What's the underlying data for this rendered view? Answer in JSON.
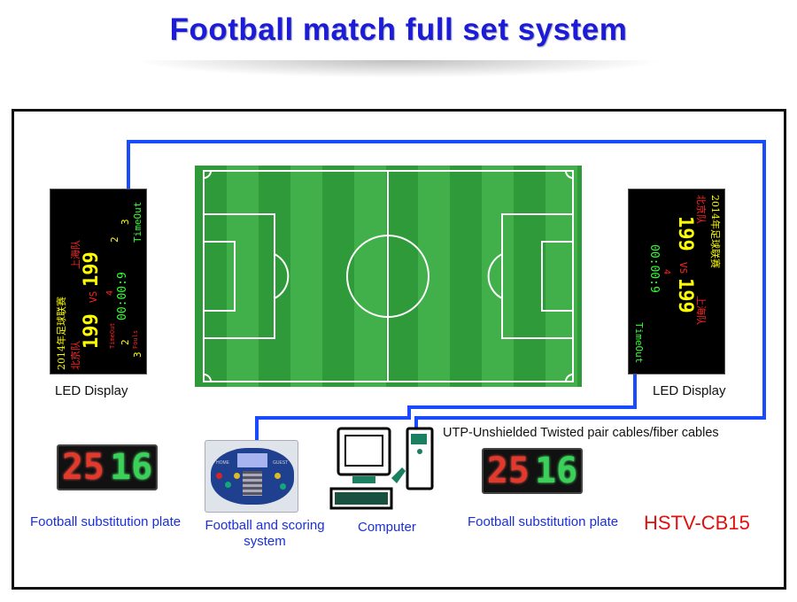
{
  "title": "Football match full set system",
  "led_display": {
    "label": "LED Display",
    "league": "2014年足球联赛",
    "home_team": "北京队",
    "guest_team": "上海队",
    "home_score": "199",
    "vs": "VS",
    "guest_score": "199",
    "period": "4",
    "timeout_label": "TimeOut",
    "timeout_home": "2",
    "timeout_guest": "2",
    "clock": "00:00:9",
    "fouls_label": "Fouls",
    "fouls_home": "3",
    "fouls_guest": "3",
    "status": "TimeOut"
  },
  "substitution_plate": {
    "label": "Football substitution plate",
    "left_number": "25",
    "right_number": "16"
  },
  "controller": {
    "label": "Football and scoring system",
    "home": "HOME",
    "guest": "GUEST"
  },
  "computer": {
    "label": "Computer"
  },
  "cable_label": "UTP-Unshielded Twisted pair cables/fiber cables",
  "model": "HSTV-CB15",
  "colors": {
    "title": "#1c1cd8",
    "cable": "#1a4cff",
    "model": "#e01010"
  }
}
